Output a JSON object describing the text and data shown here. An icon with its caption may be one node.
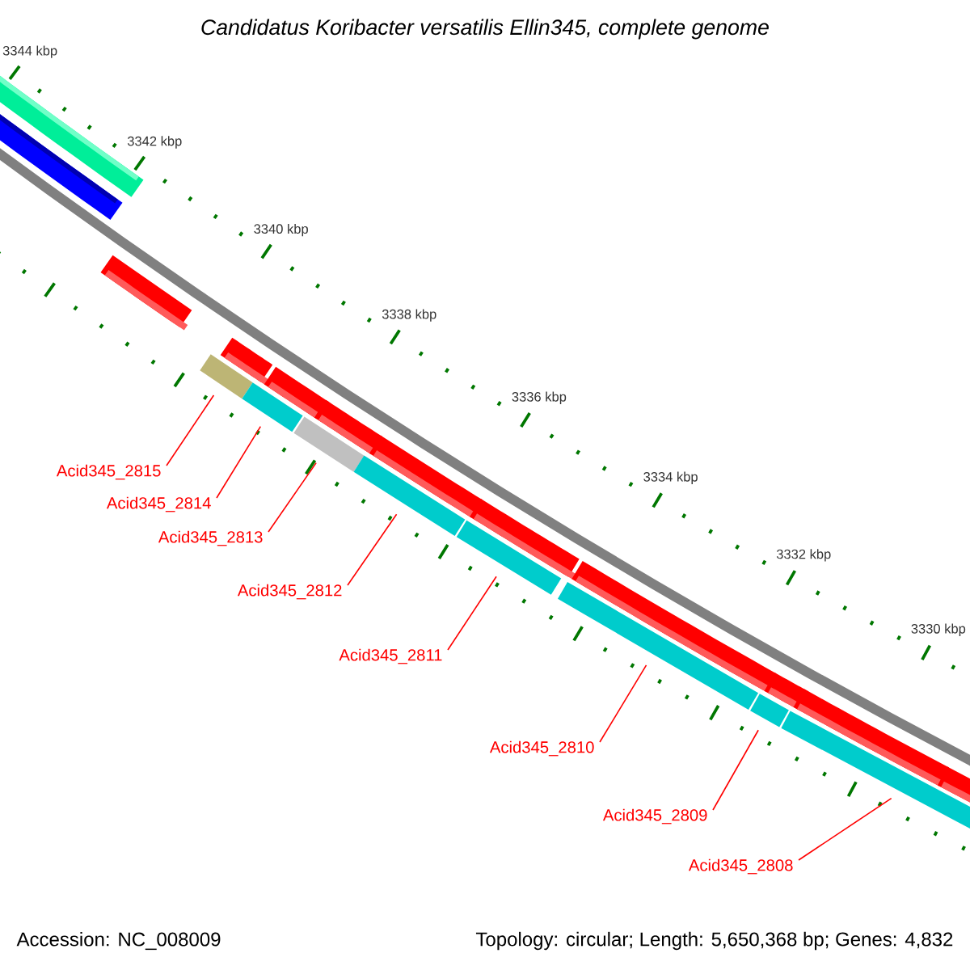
{
  "diagram": {
    "title": "Candidatus Koribacter versatilis Ellin345, complete genome",
    "nodes": [
      {
        "text": [
          "Acid345_2815"
        ]
      },
      {
        "text": [
          "Acid345_2814"
        ]
      },
      {
        "text": [
          "Acid345_2813"
        ]
      },
      {
        "text": [
          "Acid345_2812"
        ]
      },
      {
        "text": [
          "Acid345_2811"
        ]
      },
      {
        "text": [
          "Acid345_2810"
        ]
      },
      {
        "text": [
          "Acid345_2809"
        ]
      },
      {
        "text": [
          "Acid345_2808"
        ]
      },
      {
        "text": [],
        "shape": "bar"
      },
      {
        "text": [],
        "shape": "bar"
      },
      {
        "text": [],
        "shape": "bar"
      },
      {
        "text": [],
        "shape": "bar"
      },
      {
        "text": [],
        "shape": "bar"
      },
      {
        "text": [],
        "shape": "bar"
      },
      {
        "text": [],
        "shape": "bar"
      },
      {
        "text": [],
        "shape": "bar"
      }
    ],
    "edges": [
      {
        "from": 0,
        "to": 8,
        "arrow": "none"
      },
      {
        "from": 1,
        "to": 9,
        "arrow": "none"
      },
      {
        "from": 2,
        "to": 10,
        "arrow": "none"
      },
      {
        "from": 3,
        "to": 11,
        "arrow": "none"
      },
      {
        "from": 4,
        "to": 12,
        "arrow": "none"
      },
      {
        "from": 5,
        "to": 13,
        "arrow": "none"
      },
      {
        "from": 6,
        "to": 14,
        "arrow": "none"
      },
      {
        "from": 7,
        "to": 15,
        "arrow": "none"
      }
    ],
    "labels": [
      "3344 kbp",
      "3342 kbp",
      "3340 kbp",
      "3338 kbp",
      "3336 kbp",
      "3334 kbp",
      "3332 kbp",
      "3330 kbp",
      "Accession: NC_008009",
      "Topology: circular; Length: 5,650,368 bp; Genes: 4,832"
    ]
  }
}
